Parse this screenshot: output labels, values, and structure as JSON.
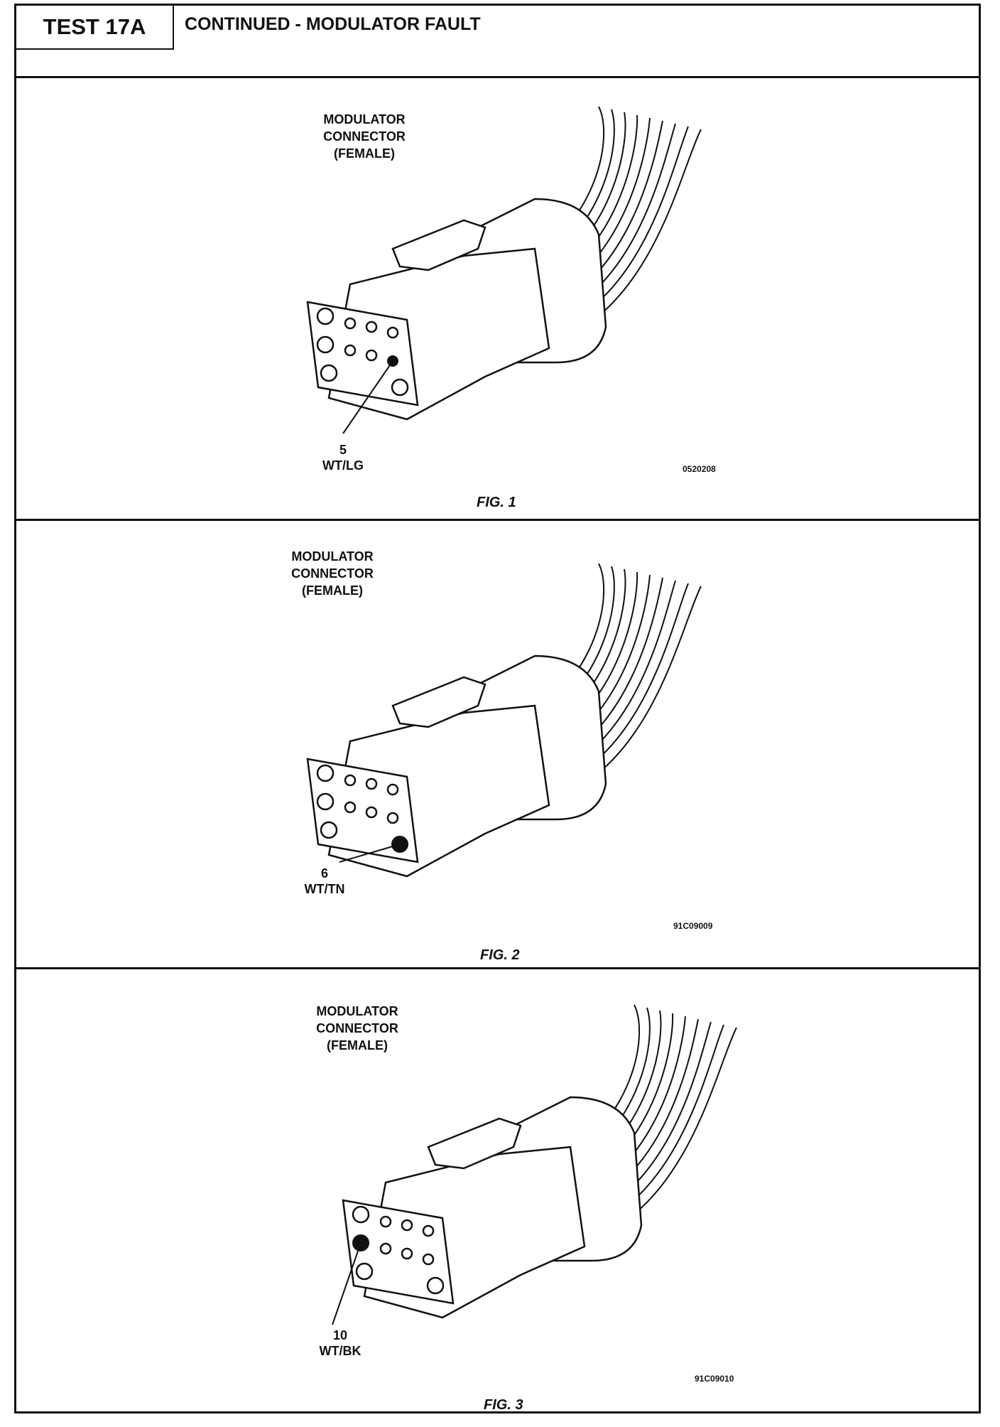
{
  "header": {
    "test_label": "TEST 17A",
    "title": "CONTINUED - MODULATOR FAULT"
  },
  "figures": [
    {
      "connector_label": "MODULATOR\nCONNECTOR\n(FEMALE)",
      "pin_number": "5",
      "wire_color": "WT/LG",
      "image_code": "0520208",
      "caption": "FIG. 1"
    },
    {
      "connector_label": "MODULATOR\nCONNECTOR\n(FEMALE)",
      "pin_number": "6",
      "wire_color": "WT/TN",
      "image_code": "91C09009",
      "caption": "FIG. 2"
    },
    {
      "connector_label": "MODULATOR\nCONNECTOR\n(FEMALE)",
      "pin_number": "10",
      "wire_color": "WT/BK",
      "image_code": "91C09010",
      "caption": "FIG. 3"
    }
  ]
}
